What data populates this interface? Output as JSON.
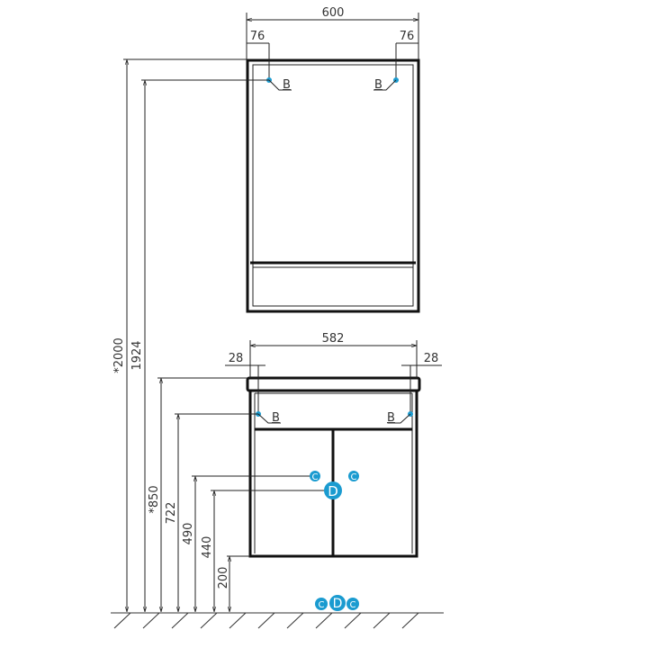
{
  "mirror": {
    "width": "600",
    "left_offset": "76",
    "right_offset": "76",
    "height_total": "*2000",
    "height_mount": "1924",
    "point_left": "B",
    "point_right": "B"
  },
  "vanity": {
    "width": "582",
    "left_offset": "28",
    "right_offset": "28",
    "height_top": "*850",
    "height_mount": "722",
    "height_c": "490",
    "height_d": "440",
    "height_bottom": "200",
    "point_left": "B",
    "point_right": "B"
  },
  "connections": {
    "c_left": "C",
    "c_right": "C",
    "d_center": "D",
    "floor_c_left": "C",
    "floor_d": "D",
    "floor_c_right": "C"
  },
  "colors": {
    "marker": "#1a9bd0",
    "line": "#111111"
  }
}
